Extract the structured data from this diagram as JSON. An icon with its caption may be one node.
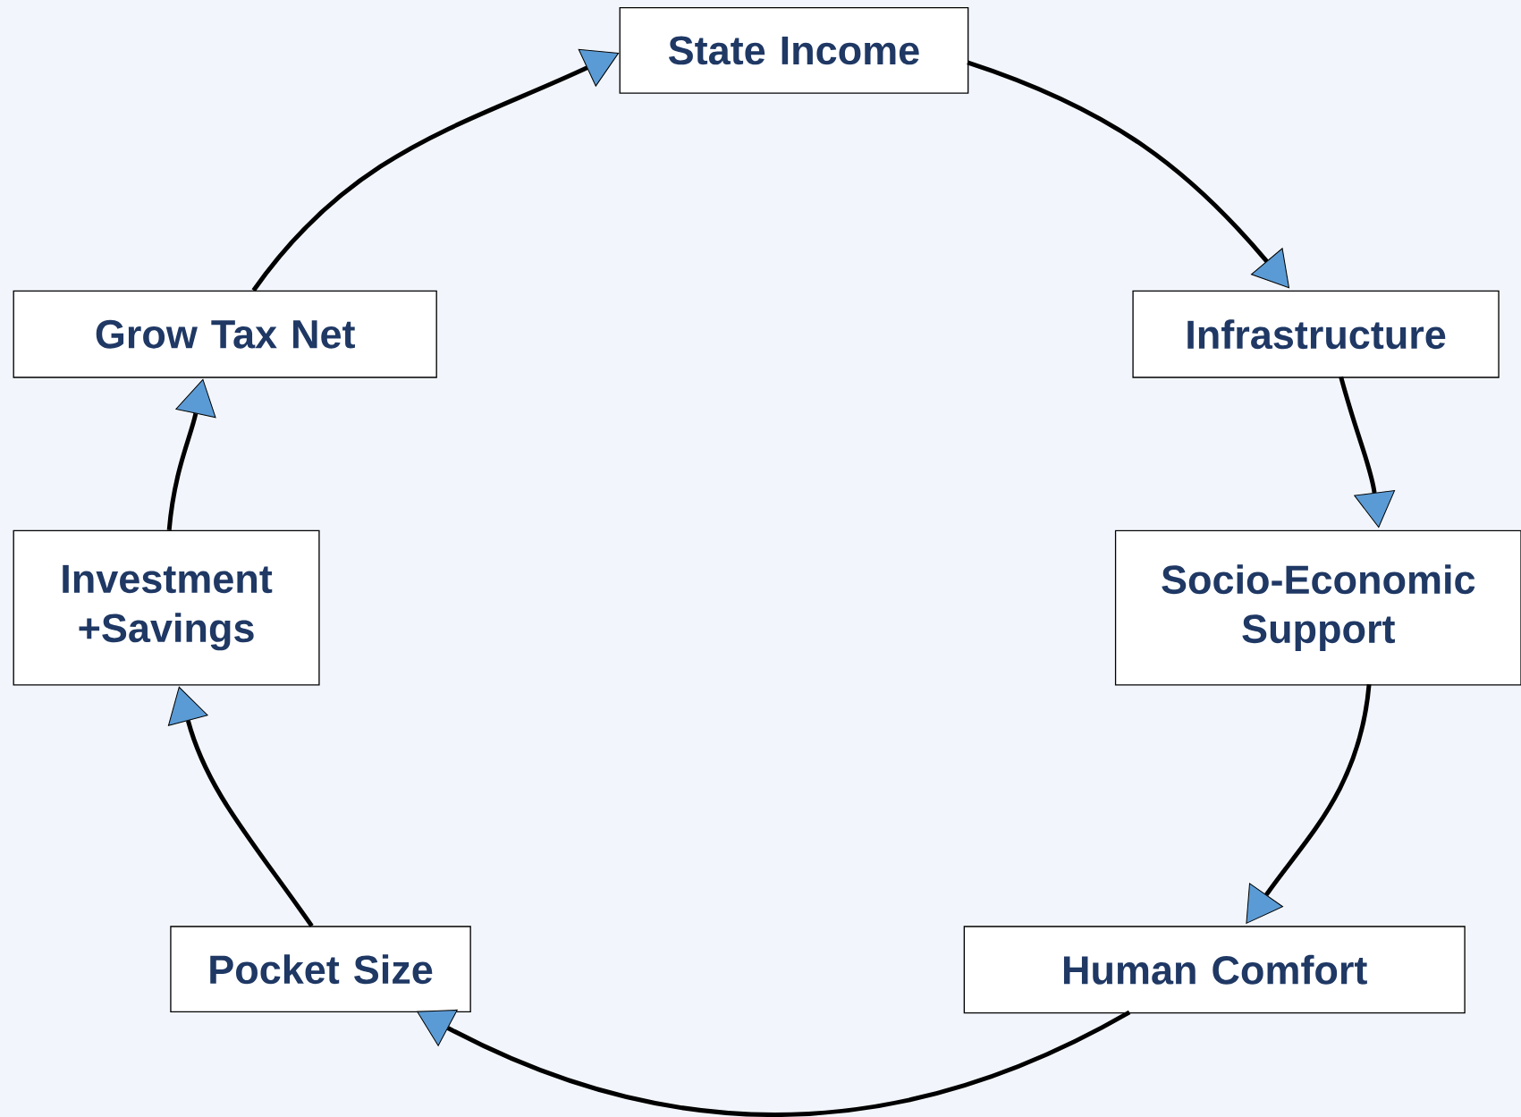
{
  "diagram": {
    "nodes": [
      {
        "text": [
          "State Income"
        ]
      },
      {
        "text": [
          "Infrastructure"
        ]
      },
      {
        "text": [
          "Socio-Economic Support"
        ]
      },
      {
        "text": [
          "Human Comfort"
        ]
      },
      {
        "text": [
          "Pocket Size"
        ]
      },
      {
        "text": [
          "Investment +Savings"
        ]
      },
      {
        "text": [
          "Grow Tax Net"
        ]
      }
    ],
    "edges": [
      {
        "from": 0,
        "to": 1,
        "arrow": "to"
      },
      {
        "from": 1,
        "to": 2,
        "arrow": "to"
      },
      {
        "from": 2,
        "to": 3,
        "arrow": "to"
      },
      {
        "from": 3,
        "to": 4,
        "arrow": "to"
      },
      {
        "from": 4,
        "to": 5,
        "arrow": "to"
      },
      {
        "from": 5,
        "to": 6,
        "arrow": "to"
      },
      {
        "from": 6,
        "to": 0,
        "arrow": "to"
      }
    ]
  }
}
